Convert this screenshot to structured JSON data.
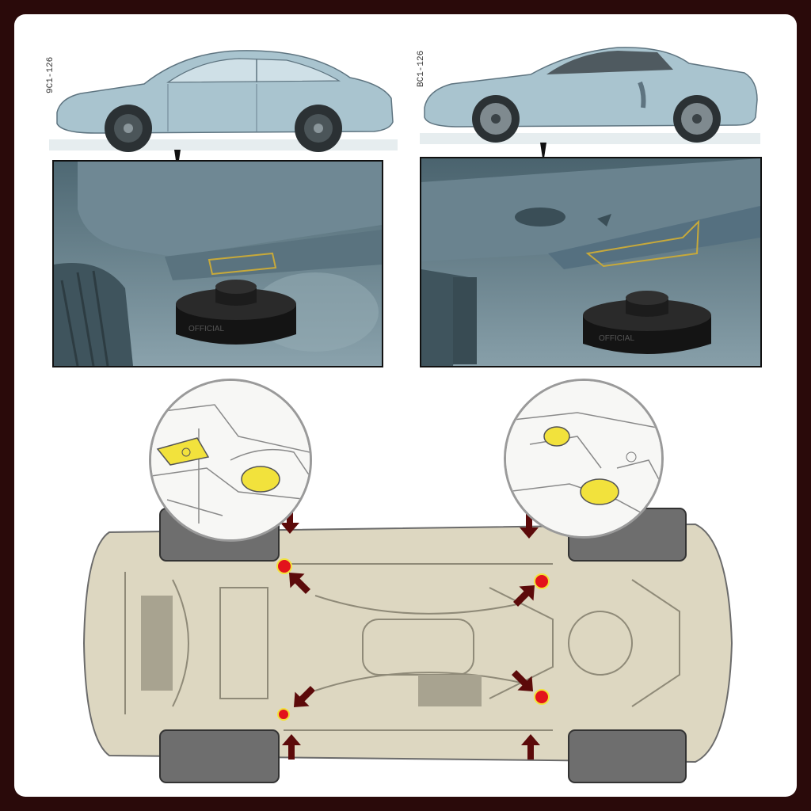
{
  "car_left": {
    "code": "9C1-126"
  },
  "car_right": {
    "code": "BC1-126"
  },
  "pad": {
    "brand_text": "OFFICIAL"
  },
  "colors": {
    "frame": "#2a0a0a",
    "car_body": "#a9c4cf",
    "marker_dot": "#e3131b",
    "arrow": "#5c0a0a",
    "jack_point": "#f2e23c"
  },
  "icons": [
    "arrow-icon",
    "jack-point-dot-icon",
    "rubber-jack-pad-icon"
  ]
}
